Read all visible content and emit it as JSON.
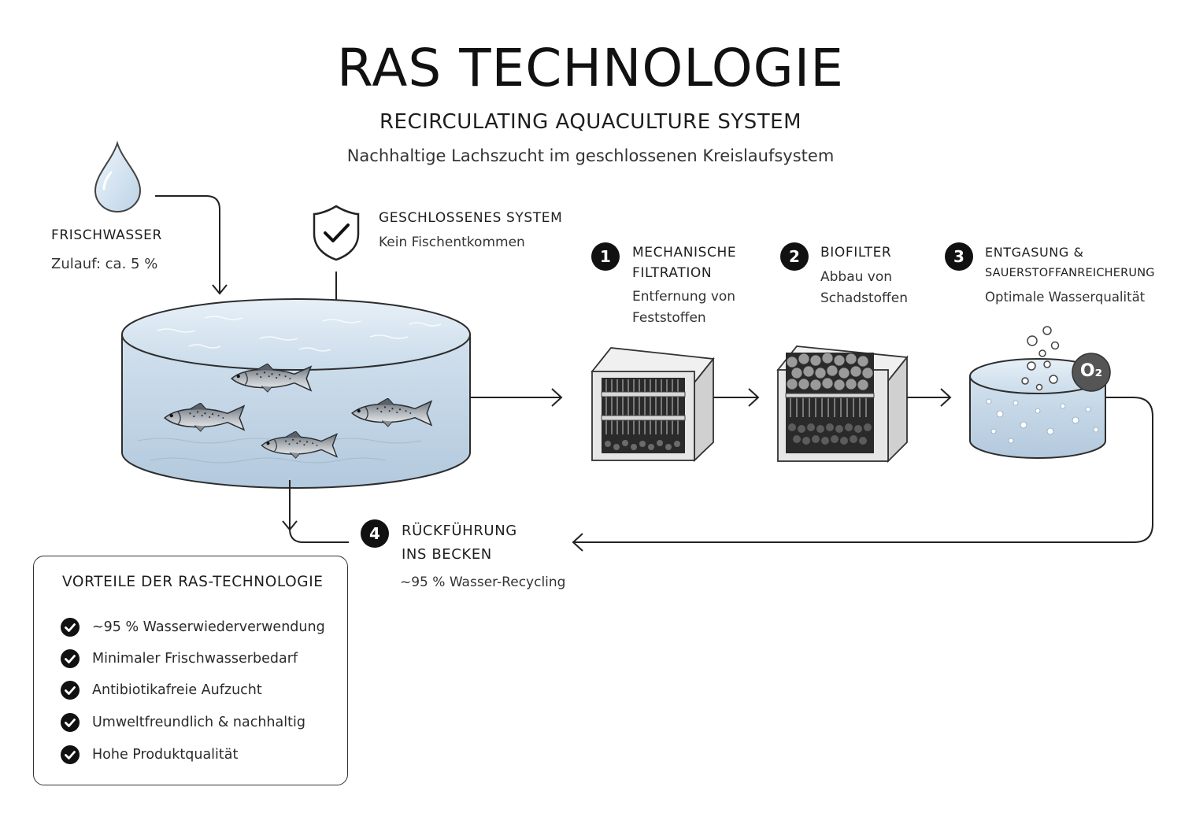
{
  "header": {
    "title": "RAS TECHNOLOGIE",
    "subtitle": "RECIRCULATING AQUACULTURE SYSTEM",
    "tagline": "Nachhaltige Lachszucht im geschlossenen Kreislaufsystem"
  },
  "fresh_water": {
    "label": "FRISCHWASSER",
    "detail": "Zulauf: ca. 5 %",
    "icon": "water-drop-icon"
  },
  "closed_system": {
    "label": "GESCHLOSSENES SYSTEM",
    "detail": "Kein Fischentkommen",
    "icon": "shield-check-icon"
  },
  "steps": [
    {
      "number": "1",
      "title_line1": "MECHANISCHE",
      "title_line2": "FILTRATION",
      "desc_line1": "Entfernung von",
      "desc_line2": "Feststoffen",
      "icon": "mechanical-filter-icon"
    },
    {
      "number": "2",
      "title_line1": "BIOFILTER",
      "title_line2": "",
      "desc_line1": "Abbau von",
      "desc_line2": "Schadstoffen",
      "icon": "biofilter-icon"
    },
    {
      "number": "3",
      "title_line1": "ENTGASUNG &",
      "title_line2": "SAUERSTOFFANREICHERUNG",
      "desc_line1": "Optimale Wasserqualität",
      "desc_line2": "",
      "icon": "oxygenation-tank-icon"
    },
    {
      "number": "4",
      "title_line1": "RÜCKFÜHRUNG",
      "title_line2": "INS BECKEN",
      "desc_line1": "~95 % Wasser-Recycling",
      "desc_line2": "",
      "icon": "return-arrow-icon"
    }
  ],
  "oxygen_label": "O₂",
  "benefits": {
    "title": "VORTEILE DER RAS-TECHNOLOGIE",
    "items": [
      "~95 % Wasserwiederverwendung",
      "Minimaler Frischwasserbedarf",
      "Antibiotikafreie Aufzucht",
      "Umweltfreundlich & nachhaltig",
      "Hohe Produktqualität"
    ]
  },
  "colors": {
    "ink": "#111111",
    "water_light": "#dbe7f1",
    "water_mid": "#b9cfe2",
    "water_edge": "#8ea9c2",
    "filter_grey": "#e6e6e6"
  }
}
